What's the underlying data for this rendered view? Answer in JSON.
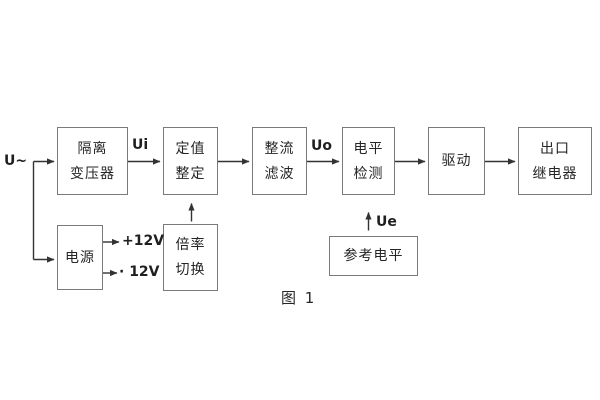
{
  "diagram": {
    "caption": "图 1",
    "labels": {
      "input": "U~",
      "ui": "Ui",
      "uo": "Uo",
      "ue": "Ue",
      "rail_positive": "+12V",
      "rail_negative": "· 12V"
    },
    "blocks": {
      "isolation_transformer": {
        "lines": [
          "隔离",
          "变压器"
        ]
      },
      "setpoint_setting": {
        "lines": [
          "定值",
          "整定"
        ]
      },
      "rectifier_filter": {
        "lines": [
          "整流",
          "滤波"
        ]
      },
      "level_detector": {
        "lines": [
          "电平",
          "检测"
        ]
      },
      "driver": {
        "lines": [
          "驱动"
        ]
      },
      "output_relay": {
        "lines": [
          "出口",
          "继电器"
        ]
      },
      "power_supply": {
        "lines": [
          "电源"
        ]
      },
      "ratio_switch": {
        "lines": [
          "倍率",
          "切换"
        ]
      },
      "reference_level": {
        "lines": [
          "参考电平"
        ]
      }
    },
    "colors": {
      "background": "#ffffff",
      "box_border": "#7a7a7a",
      "wire": "#333333",
      "text": "#262626"
    }
  }
}
